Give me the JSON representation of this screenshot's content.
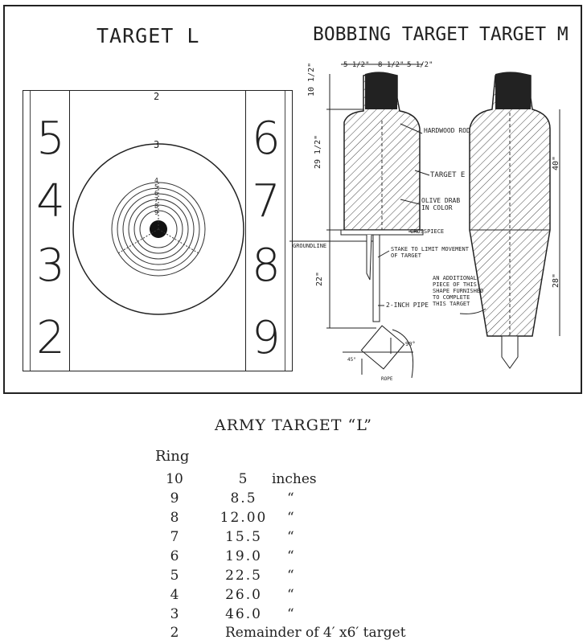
{
  "diagram": {
    "title_l": "TARGET L",
    "title_bobbing": "BOBBING TARGET",
    "title_m": "TARGET M",
    "left_numbers": [
      "5",
      "4",
      "3",
      "2"
    ],
    "right_numbers": [
      "6",
      "7",
      "8",
      "9"
    ],
    "target_label_top": "2",
    "target_label_ring": "3",
    "inner_ring_labels": [
      "4",
      "5",
      "6",
      "7",
      "8",
      "9"
    ],
    "dim_top_a": "5 1/2\"",
    "dim_top_b": "8 1/2\"",
    "dim_top_c": "5 1/2\"",
    "dim_head": "10 1/2\"",
    "dim_body": "29 1/2\"",
    "dim_post": "22\"",
    "dim_m_body": "40\"",
    "dim_m_low": "28\"",
    "label_rod": "HARDWOOD ROD",
    "label_target_e": "TARGET E",
    "label_olive": "OLIVE DRAB IN COLOR",
    "label_crosspiece": "CROSSPIECE",
    "label_groundline": "GROUNDLINE",
    "label_stake": "STAKE TO LIMIT MOVEMENT OF TARGET",
    "label_pipe": "2-INCH PIPE",
    "label_rope": "ROPE",
    "label_angle_90": "90°",
    "label_angle_45": "45°",
    "label_additional": "AN ADDITIONAL PIECE OF THIS SHAPE FURNISHED TO COMPLETE THIS TARGET"
  },
  "caption": "ARMY TARGET “L”",
  "table": {
    "header": "Ring",
    "unit": "inches",
    "ditto": "“",
    "rows": [
      {
        "ring": "10",
        "size": "5"
      },
      {
        "ring": "9",
        "size": "8.5"
      },
      {
        "ring": "8",
        "size": "12.00"
      },
      {
        "ring": "7",
        "size": "15.5"
      },
      {
        "ring": "6",
        "size": "19.0"
      },
      {
        "ring": "5",
        "size": "22.5"
      },
      {
        "ring": "4",
        "size": "26.0"
      },
      {
        "ring": "3",
        "size": "46.0"
      },
      {
        "ring": "2",
        "size": "Remainder of 4′ x6′ target"
      }
    ]
  }
}
